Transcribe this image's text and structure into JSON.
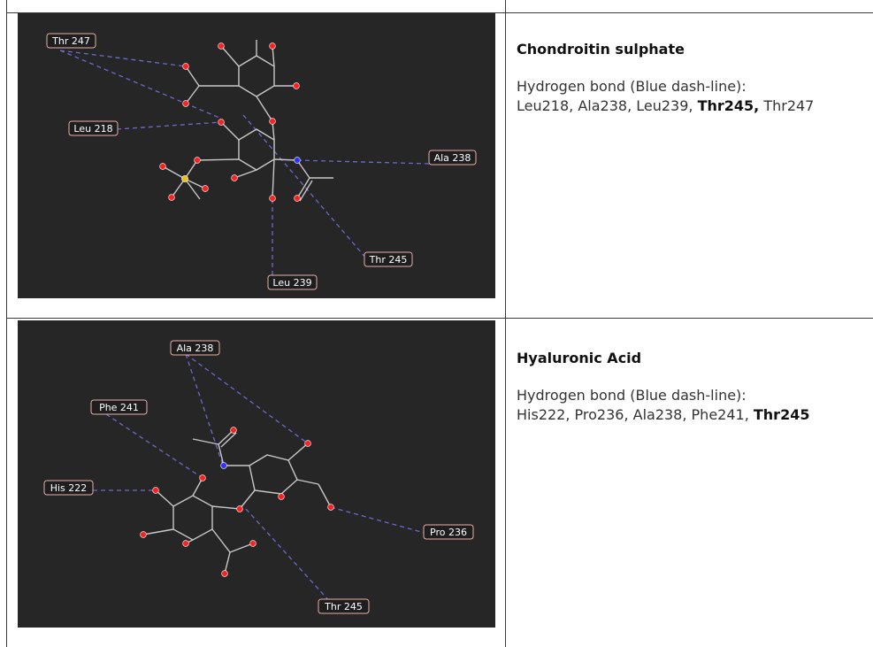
{
  "rows": [
    {
      "title": "Chondroitin sulphate",
      "bond_label": "Hydrogen bond (Blue dash-line):",
      "residues": [
        {
          "text": "Leu218",
          "bold": false
        },
        {
          "text": "Ala238",
          "bold": false
        },
        {
          "text": "Leu239",
          "bold": false
        },
        {
          "text": "Thr245,",
          "bold": true
        },
        {
          "text": "Thr247",
          "bold": false
        }
      ],
      "labels": [
        "Thr 247",
        "Leu 218",
        "Ala 238",
        "Thr 245",
        "Leu 239"
      ]
    },
    {
      "title": "Hyaluronic Acid",
      "bond_label": "Hydrogen bond (Blue dash-line):",
      "residues": [
        {
          "text": "His222",
          "bold": false
        },
        {
          "text": "Pro236",
          "bold": false
        },
        {
          "text": "Ala238",
          "bold": false
        },
        {
          "text": "Phe241",
          "bold": false
        },
        {
          "text": "Thr245",
          "bold": true
        }
      ],
      "labels": [
        "Ala 238",
        "Phe 241",
        "His 222",
        "Pro 236",
        "Thr 245"
      ]
    }
  ],
  "colors": {
    "panel_bg": "#262626",
    "bond": "#c8c8c8",
    "hbond": "#6a6acd",
    "oxygen": "#ff2020",
    "nitrogen": "#3030ff",
    "sulfur": "#e8c020"
  }
}
